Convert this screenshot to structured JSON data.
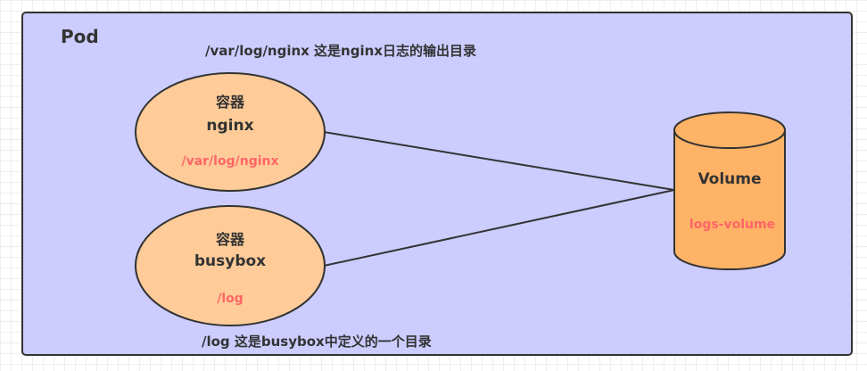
{
  "pod": {
    "label": "Pod",
    "note_top": "/var/log/nginx 这是nginx日志的输出目录",
    "note_bottom": "/log 这是busybox中定义的一个目录"
  },
  "containers": [
    {
      "title": "容器",
      "name": "nginx",
      "path": "/var/log/nginx"
    },
    {
      "title": "容器",
      "name": "busybox",
      "path": "/log"
    }
  ],
  "volume": {
    "label": "Volume",
    "name": "logs-volume"
  },
  "colors": {
    "pod_bg": "#ccccff",
    "container_fill": "#ffcc99",
    "volume_fill": "#ffb366",
    "path_text": "#ff6666",
    "border": "#333333"
  }
}
